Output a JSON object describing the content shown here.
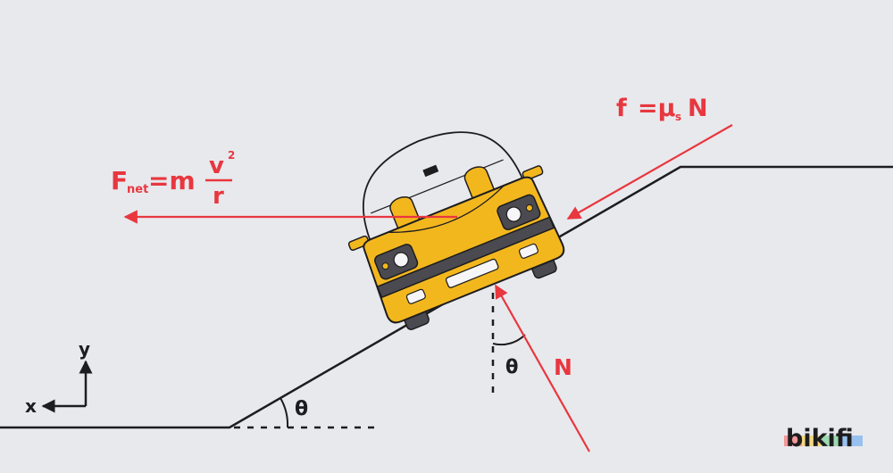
{
  "diagram": {
    "axes": {
      "y_label": "y",
      "x_label": "x"
    },
    "incline_angle_label": "θ",
    "normal_angle_label": "θ",
    "forces": {
      "centripetal": {
        "base": "F",
        "subscript": "net",
        "equals": "=m",
        "numerator": "v",
        "exponent": "2",
        "denominator": "r"
      },
      "friction": {
        "base": "f",
        "equals": "=μ",
        "subscript": "s",
        "tail": "N"
      },
      "normal": {
        "label": "N"
      }
    }
  },
  "brand": {
    "logo_text": "bikifi"
  },
  "colors": {
    "background": "#e8e9ed",
    "force": "#e8373f",
    "car_body": "#f3b71e",
    "car_dark": "#4a4a50",
    "ink": "#1d1d1f"
  }
}
